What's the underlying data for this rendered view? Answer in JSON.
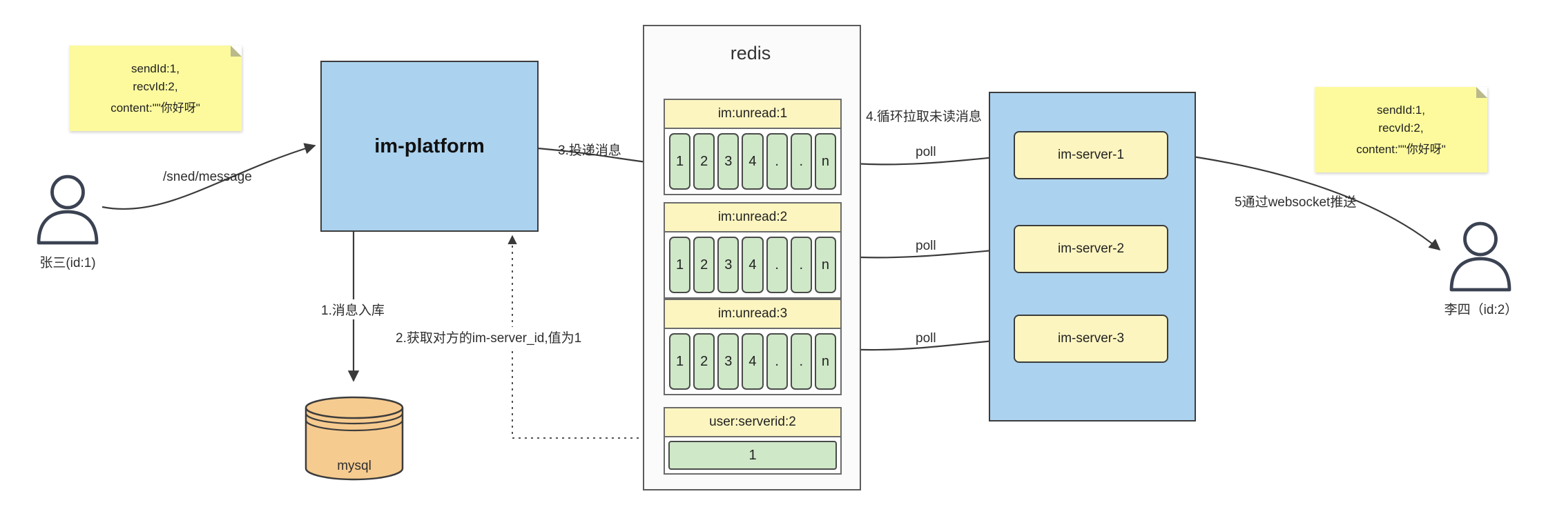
{
  "notes": {
    "left": {
      "lines": [
        "sendId:1,",
        "recvId:2,",
        "content:\"\"你好呀\""
      ]
    },
    "right": {
      "lines": [
        "sendId:1,",
        "recvId:2,",
        "content:\"\"你好呀\""
      ]
    }
  },
  "actors": {
    "sender": {
      "label": "张三(id:1)"
    },
    "receiver": {
      "label": "李四（id:2）"
    }
  },
  "platform": {
    "label": "im-platform"
  },
  "mysql": {
    "label": "mysql"
  },
  "redis": {
    "title": "redis",
    "queues": [
      {
        "label": "im:unread:1",
        "cells": [
          "1",
          "2",
          "3",
          "4",
          ".",
          ".",
          "n"
        ]
      },
      {
        "label": "im:unread:2",
        "cells": [
          "1",
          "2",
          "3",
          "4",
          ".",
          ".",
          "n"
        ]
      },
      {
        "label": "im:unread:3",
        "cells": [
          "1",
          "2",
          "3",
          "4",
          ".",
          ".",
          "n"
        ]
      }
    ],
    "kv": {
      "label": "user:serverid:2",
      "value": "1"
    }
  },
  "servers": {
    "items": [
      {
        "label": "im-server-1"
      },
      {
        "label": "im-server-2"
      },
      {
        "label": "im-server-3"
      }
    ]
  },
  "edges": {
    "send": "/sned/message",
    "store": "1.消息入库",
    "lookup": "2.获取对方的im-server_id,值为1",
    "deliver": "3.投递消息",
    "poll_note": "4.循环拉取未读消息",
    "poll": "poll",
    "push": "5通过websocket推送"
  },
  "colors": {
    "platform_blue": "#abd2ee",
    "note_yellow": "#fcfa9d",
    "header_yellow": "#fdf5c0",
    "queue_green": "#cfe8c8",
    "mysql_orange": "#f6cb8f",
    "line_dark": "#3a3a3a"
  }
}
